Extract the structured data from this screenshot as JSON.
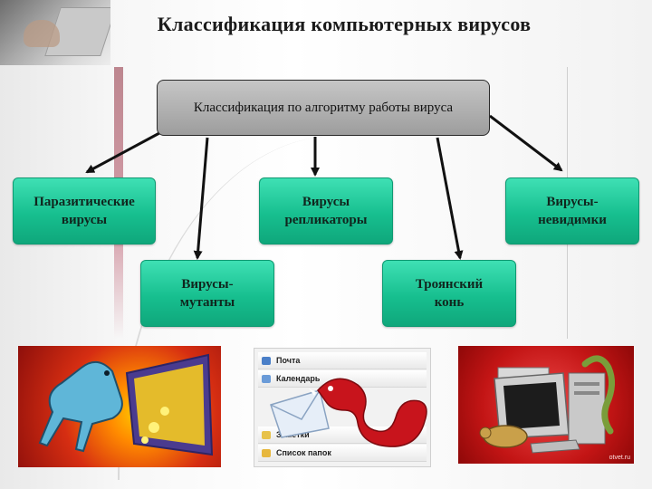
{
  "title": "Классификация компьютерных вирусов",
  "root": {
    "label": "Классификация по алгоритму работы вируса"
  },
  "nodes": [
    {
      "id": "parasitic",
      "lines": [
        "Паразитические",
        "вирусы"
      ]
    },
    {
      "id": "mutants",
      "lines": [
        "Вирусы-",
        "мутанты"
      ]
    },
    {
      "id": "replicators",
      "lines": [
        "Вирусы",
        "репликаторы"
      ]
    },
    {
      "id": "trojan",
      "lines": [
        "Троянский",
        "конь"
      ]
    },
    {
      "id": "invisible",
      "lines": [
        "Вирусы-",
        "невидимки"
      ]
    }
  ],
  "illustrations": {
    "email_menu": [
      "Почта",
      "Календарь",
      "Заметки",
      "Список папок"
    ],
    "watermark": "otvet.ru"
  },
  "colors": {
    "node_fill": "#17bf8f",
    "root_fill": "#a8a8a8",
    "arrow": "#111111"
  }
}
